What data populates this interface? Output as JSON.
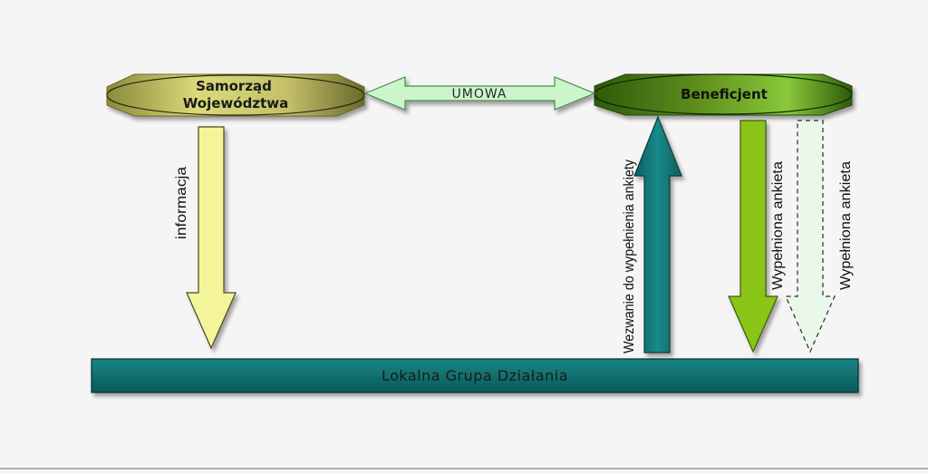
{
  "nodes": {
    "samorzad": {
      "line1": "Samorząd",
      "line2": "Województwa"
    },
    "beneficjent": {
      "label": "Beneficjent"
    },
    "lgd": {
      "label": "Lokalna Grupa Działania"
    }
  },
  "arrows": {
    "umowa": "UMOWA",
    "informacja": "informacja",
    "wezwanie": "Wezwanie do wypełnienia ankiety",
    "wypelniona": "Wypełniona ankieta",
    "wypelniona_dashed": "Wypełniona ankieta"
  },
  "colors": {
    "samorzad_fill": "#c8c870",
    "beneficjent_fill": "#4a7a10",
    "lgd_fill": "#0f7070",
    "umowa_fill": "#ccf5cc",
    "informacja_fill": "#f4f49a",
    "wezwanie_fill": "#137a7a",
    "wypelniona_fill": "#8ac414",
    "dashed_fill": "#eaf8ea"
  }
}
